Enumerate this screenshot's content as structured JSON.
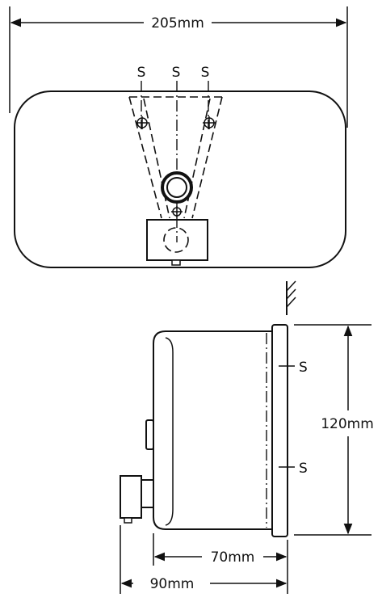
{
  "top_view": {
    "width_label": "205mm",
    "screw_labels": [
      "S",
      "S",
      "S"
    ]
  },
  "side_view": {
    "screw_labels": [
      "S",
      "S"
    ],
    "height_label": "120mm",
    "depth_body_label": "70mm",
    "depth_total_label": "90mm"
  }
}
